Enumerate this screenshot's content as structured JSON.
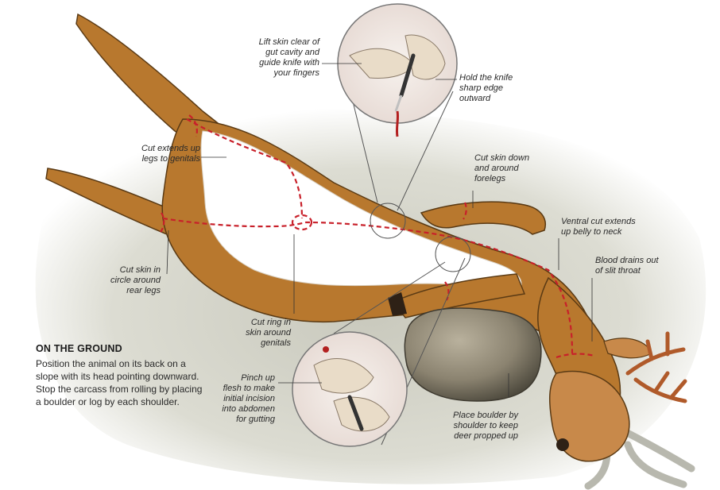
{
  "labels": {
    "lift_skin": "Lift skin clear of\ngut cavity and\nguide knife with\nyour fingers",
    "hold_knife": "Hold the knife\nsharp edge\noutward",
    "cut_legs_genitals": "Cut extends up\nlegs to genitals",
    "cut_forelegs": "Cut skin down\nand around\nforelegs",
    "ventral_cut": "Ventral cut extends\nup belly to neck",
    "blood_drains": "Blood drains out\nof slit throat",
    "cut_rear_legs": "Cut skin in\ncircle around\nrear legs",
    "cut_ring": "Cut ring in\nskin around\ngenitals",
    "pinch_up": "Pinch up\nflesh to make\ninitial incision\ninto abdomen\nfor gutting",
    "place_boulder": "Place boulder by\nshoulder to keep\ndeer propped up"
  },
  "ground": {
    "title": "ON THE GROUND",
    "body": "Position the animal on its back on a slope with its head pointing downward. Stop the carcass from rolling by placing a boulder or log by each shoulder."
  },
  "colors": {
    "cut_line": "#c8202a",
    "hide": "#b8782e",
    "belly": "#ffffff",
    "ground": "#cfcfc4",
    "boulder": "#8b8370"
  }
}
